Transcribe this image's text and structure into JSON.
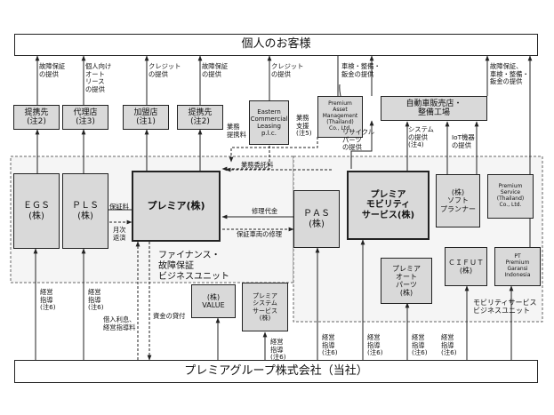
{
  "top_customer": "個人のお客様",
  "bottom_company": "プレミアグループ株式会社（当社）",
  "units": {
    "finance": "ファイナンス・\n故障保証\nビジネスユニット",
    "mobility": "モビリティサービス\nビジネスユニット"
  },
  "entities": {
    "egs": "ＥＧＳ\n(株)",
    "pls": "ＰＬＳ\n(株)",
    "premier": "プレミア(株)",
    "pas": "ＰＡＳ\n(株)",
    "pms": "プレミア\nモビリティ\nサービス(株)",
    "soft": "(株)\nソフト\nプランナー",
    "pst": "Premium\nService\n(Thailand)\nCo., Ltd.",
    "cifut": "ＣＩＦＵＴ\n(株)",
    "pt": "PT\nPremium\nGaransi\nIndonesia",
    "auto_parts": "プレミア\nオート\nパーツ\n(株)",
    "value": "(株)\nVALUE",
    "premier_system": "プレミア\nシステム\nサービス\n(株)",
    "ttl1": "提携先\n(注2)",
    "dealer": "代理店\n(注3)",
    "member_store": "加盟店\n(注1)",
    "ttl2": "提携先\n(注2)",
    "eastern": "Eastern\nCommercial\nLeasing\np.l.c.",
    "pam": "Premium\nAsset\nManagement\n(Thailand)\nCo., Ltd.",
    "shop": "自動車販売店・\n整備工場"
  },
  "labels": {
    "c1": "故障保証\nの提供",
    "c2": "個人向け\nオート\nリース\nの提供",
    "c3": "クレジット\nの提供",
    "c4": "故障保証\nの提供",
    "c5": "クレジット\nの提供",
    "c6": "車検・整備・\n鈑金の提供",
    "c7": "故障保証、\n車検・整備・\n鈑金の提供",
    "gyomu_teikei": "業務\n提携料",
    "gyomu_shien": "業務\n支援\n(注5)",
    "gyomu_itaku": "業務委託料",
    "recycle": "リサイクル\nパーツ\nの提供",
    "system": "システム\nの提供\n(注4)",
    "iot": "IoT機器\nの提供",
    "hosho": "保証料",
    "getsuji": "月次\n返済",
    "shuri": "修理代金",
    "hosho_shuri": "保証車両の修理",
    "shikin": "資金の貸付",
    "karire": "借入利息、\n経営指導料",
    "k1": "経営\n指導\n(注6)",
    "k2": "経営\n指導\n(注6)",
    "k3": "経営\n指導\n(注6)",
    "k4": "経営\n指導\n(注6)",
    "k5": "経営\n指導\n(注6)",
    "k6": "経営\n指導\n(注6)",
    "k7": "経営\n指導\n(注6)"
  }
}
